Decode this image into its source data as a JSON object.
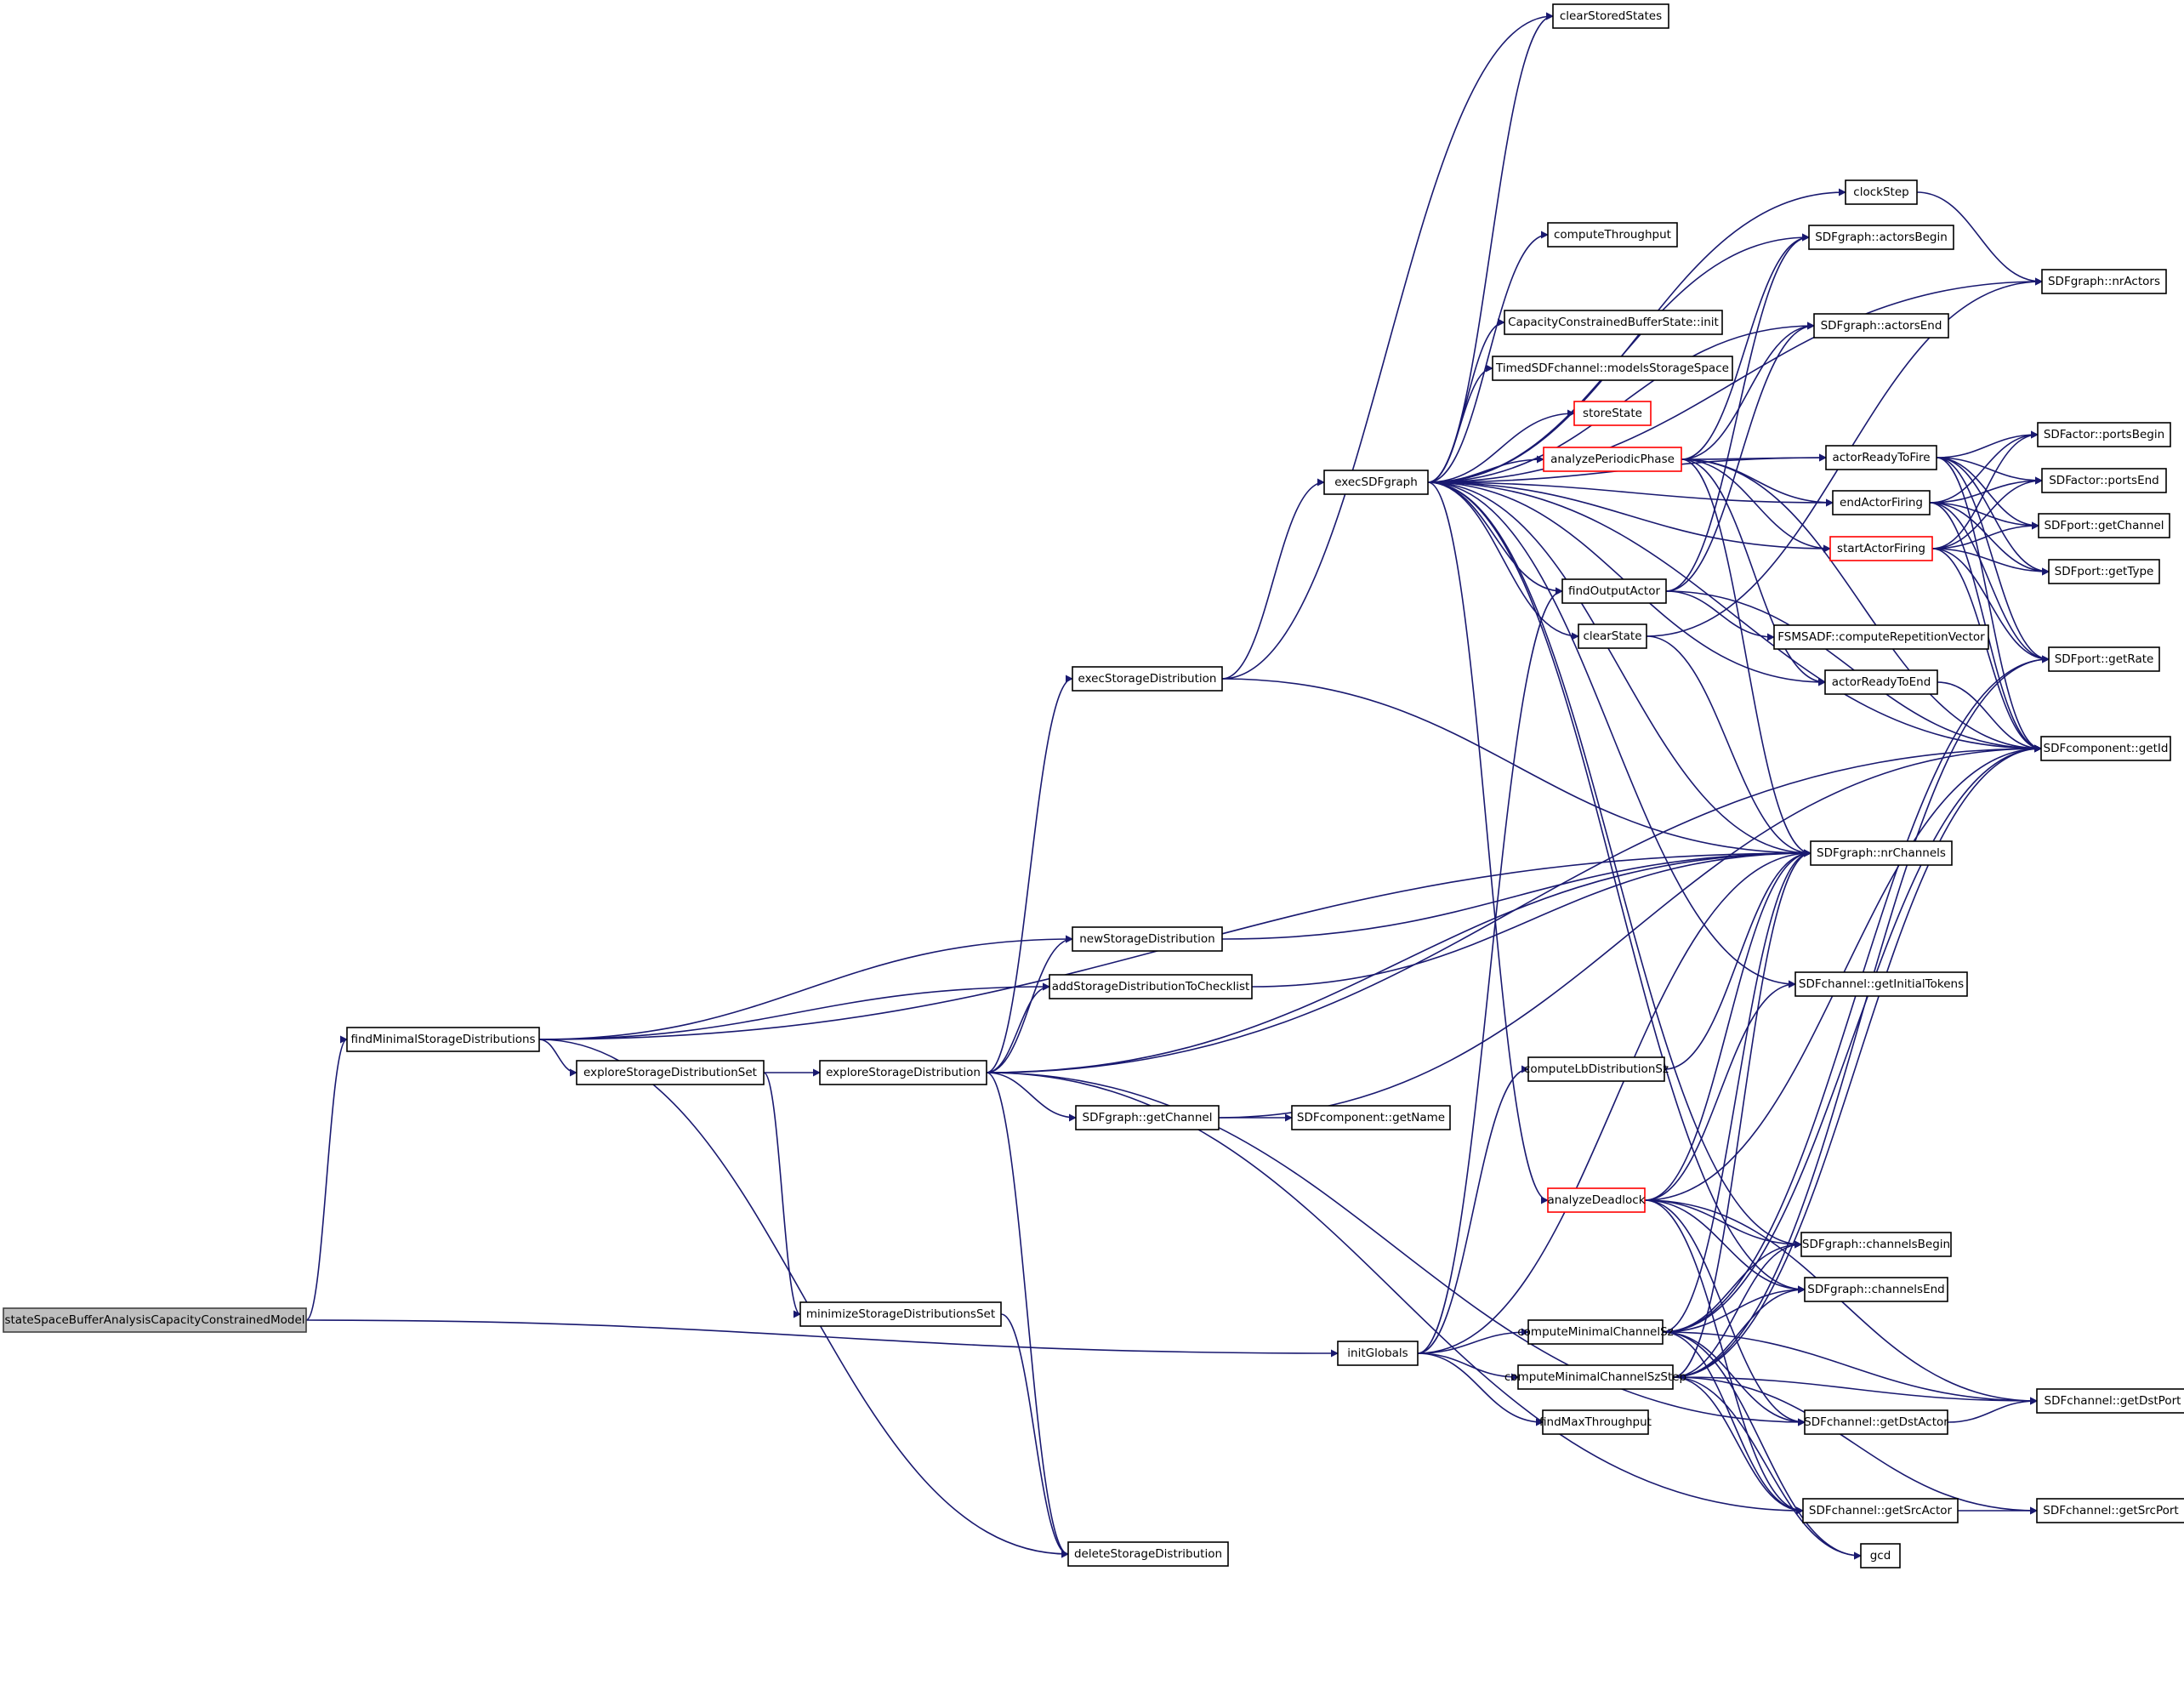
{
  "graph": {
    "title": "stateSpaceBufferAnalysisCapacityConstrainedModel call graph",
    "colors": {
      "edge": "#191970",
      "node_border": "#000000",
      "root_fill": "#bfbfbf",
      "truncated_border": "#ff0000"
    },
    "nodes": [
      {
        "id": "root",
        "label": "stateSpaceBufferAnalysisCapacityConstrainedModel",
        "kind": "root"
      },
      {
        "id": "findMinimalStorageDistributions",
        "label": "findMinimalStorageDistributions",
        "kind": "normal"
      },
      {
        "id": "exploreStorageDistributionSet",
        "label": "exploreStorageDistributionSet",
        "kind": "normal"
      },
      {
        "id": "exploreStorageDistribution",
        "label": "exploreStorageDistribution",
        "kind": "normal"
      },
      {
        "id": "minimizeStorageDistributionsSet",
        "label": "minimizeStorageDistributionsSet",
        "kind": "normal"
      },
      {
        "id": "deleteStorageDistribution",
        "label": "deleteStorageDistribution",
        "kind": "normal"
      },
      {
        "id": "newStorageDistribution",
        "label": "newStorageDistribution",
        "kind": "normal"
      },
      {
        "id": "addStorageDistributionToChecklist",
        "label": "addStorageDistributionToChecklist",
        "kind": "normal"
      },
      {
        "id": "execStorageDistribution",
        "label": "execStorageDistribution",
        "kind": "normal"
      },
      {
        "id": "getChannel",
        "label": "SDFgraph::getChannel",
        "kind": "normal"
      },
      {
        "id": "getName",
        "label": "SDFcomponent::getName",
        "kind": "normal"
      },
      {
        "id": "initGlobals",
        "label": "initGlobals",
        "kind": "normal"
      },
      {
        "id": "execSDFgraph",
        "label": "execSDFgraph",
        "kind": "normal"
      },
      {
        "id": "clearStoredStates",
        "label": "clearStoredStates",
        "kind": "normal"
      },
      {
        "id": "computeThroughput",
        "label": "computeThroughput",
        "kind": "normal"
      },
      {
        "id": "ccbsInit",
        "label": "CapacityConstrainedBufferState::init",
        "kind": "normal"
      },
      {
        "id": "modelsStorageSpace",
        "label": "TimedSDFchannel::modelsStorageSpace",
        "kind": "normal"
      },
      {
        "id": "storeState",
        "label": "storeState",
        "kind": "truncated"
      },
      {
        "id": "analyzePeriodicPhase",
        "label": "analyzePeriodicPhase",
        "kind": "truncated"
      },
      {
        "id": "findOutputActor",
        "label": "findOutputActor",
        "kind": "normal"
      },
      {
        "id": "clearState",
        "label": "clearState",
        "kind": "normal"
      },
      {
        "id": "computeLbDistributionSz",
        "label": "computeLbDistributionSz",
        "kind": "normal"
      },
      {
        "id": "analyzeDeadlock",
        "label": "analyzeDeadlock",
        "kind": "truncated"
      },
      {
        "id": "computeMinimalChannelSz",
        "label": "computeMinimalChannelSz",
        "kind": "normal"
      },
      {
        "id": "computeMinimalChannelSzStep",
        "label": "computeMinimalChannelSzStep",
        "kind": "normal"
      },
      {
        "id": "findMaxThroughput",
        "label": "findMaxThroughput",
        "kind": "normal"
      },
      {
        "id": "clockStep",
        "label": "clockStep",
        "kind": "normal"
      },
      {
        "id": "actorsBegin",
        "label": "SDFgraph::actorsBegin",
        "kind": "normal"
      },
      {
        "id": "actorsEnd",
        "label": "SDFgraph::actorsEnd",
        "kind": "normal"
      },
      {
        "id": "actorReadyToFire",
        "label": "actorReadyToFire",
        "kind": "normal"
      },
      {
        "id": "endActorFiring",
        "label": "endActorFiring",
        "kind": "normal"
      },
      {
        "id": "startActorFiring",
        "label": "startActorFiring",
        "kind": "truncated"
      },
      {
        "id": "computeRepetitionVector",
        "label": "FSMSADF::computeRepetitionVector",
        "kind": "normal"
      },
      {
        "id": "actorReadyToEnd",
        "label": "actorReadyToEnd",
        "kind": "normal"
      },
      {
        "id": "nrChannels",
        "label": "SDFgraph::nrChannels",
        "kind": "normal"
      },
      {
        "id": "getInitialTokens",
        "label": "SDFchannel::getInitialTokens",
        "kind": "normal"
      },
      {
        "id": "channelsBegin",
        "label": "SDFgraph::channelsBegin",
        "kind": "normal"
      },
      {
        "id": "channelsEnd",
        "label": "SDFgraph::channelsEnd",
        "kind": "normal"
      },
      {
        "id": "getDstActor",
        "label": "SDFchannel::getDstActor",
        "kind": "normal"
      },
      {
        "id": "getSrcActor",
        "label": "SDFchannel::getSrcActor",
        "kind": "normal"
      },
      {
        "id": "gcd",
        "label": "gcd",
        "kind": "normal"
      },
      {
        "id": "nrActors",
        "label": "SDFgraph::nrActors",
        "kind": "normal"
      },
      {
        "id": "portsBegin",
        "label": "SDFactor::portsBegin",
        "kind": "normal"
      },
      {
        "id": "portsEnd",
        "label": "SDFactor::portsEnd",
        "kind": "normal"
      },
      {
        "id": "portGetChannel",
        "label": "SDFport::getChannel",
        "kind": "normal"
      },
      {
        "id": "getType",
        "label": "SDFport::getType",
        "kind": "normal"
      },
      {
        "id": "getRate",
        "label": "SDFport::getRate",
        "kind": "normal"
      },
      {
        "id": "getId",
        "label": "SDFcomponent::getId",
        "kind": "normal"
      },
      {
        "id": "getDstPort",
        "label": "SDFchannel::getDstPort",
        "kind": "normal"
      },
      {
        "id": "getSrcPort",
        "label": "SDFchannel::getSrcPort",
        "kind": "normal"
      }
    ],
    "edges": [
      [
        "root",
        "findMinimalStorageDistributions"
      ],
      [
        "root",
        "initGlobals"
      ],
      [
        "findMinimalStorageDistributions",
        "exploreStorageDistributionSet"
      ],
      [
        "findMinimalStorageDistributions",
        "newStorageDistribution"
      ],
      [
        "findMinimalStorageDistributions",
        "addStorageDistributionToChecklist"
      ],
      [
        "findMinimalStorageDistributions",
        "nrChannels"
      ],
      [
        "findMinimalStorageDistributions",
        "deleteStorageDistribution"
      ],
      [
        "exploreStorageDistributionSet",
        "exploreStorageDistribution"
      ],
      [
        "exploreStorageDistributionSet",
        "minimizeStorageDistributionsSet"
      ],
      [
        "minimizeStorageDistributionsSet",
        "deleteStorageDistribution"
      ],
      [
        "exploreStorageDistribution",
        "execStorageDistribution"
      ],
      [
        "exploreStorageDistribution",
        "newStorageDistribution"
      ],
      [
        "exploreStorageDistribution",
        "addStorageDistributionToChecklist"
      ],
      [
        "exploreStorageDistribution",
        "getChannel"
      ],
      [
        "exploreStorageDistribution",
        "deleteStorageDistribution"
      ],
      [
        "exploreStorageDistribution",
        "nrChannels"
      ],
      [
        "exploreStorageDistribution",
        "getId"
      ],
      [
        "exploreStorageDistribution",
        "getDstActor"
      ],
      [
        "exploreStorageDistribution",
        "getSrcActor"
      ],
      [
        "newStorageDistribution",
        "nrChannels"
      ],
      [
        "addStorageDistributionToChecklist",
        "nrChannels"
      ],
      [
        "execStorageDistribution",
        "execSDFgraph"
      ],
      [
        "execStorageDistribution",
        "clearStoredStates"
      ],
      [
        "execStorageDistribution",
        "nrChannels"
      ],
      [
        "getChannel",
        "getName"
      ],
      [
        "getChannel",
        "getId"
      ],
      [
        "initGlobals",
        "computeLbDistributionSz"
      ],
      [
        "initGlobals",
        "computeMinimalChannelSz"
      ],
      [
        "initGlobals",
        "computeMinimalChannelSzStep"
      ],
      [
        "initGlobals",
        "findMaxThroughput"
      ],
      [
        "initGlobals",
        "findOutputActor"
      ],
      [
        "initGlobals",
        "nrChannels"
      ],
      [
        "execSDFgraph",
        "clearStoredStates"
      ],
      [
        "execSDFgraph",
        "computeThroughput"
      ],
      [
        "execSDFgraph",
        "ccbsInit"
      ],
      [
        "execSDFgraph",
        "modelsStorageSpace"
      ],
      [
        "execSDFgraph",
        "storeState"
      ],
      [
        "execSDFgraph",
        "analyzePeriodicPhase"
      ],
      [
        "execSDFgraph",
        "findOutputActor"
      ],
      [
        "execSDFgraph",
        "clearState"
      ],
      [
        "execSDFgraph",
        "analyzeDeadlock"
      ],
      [
        "execSDFgraph",
        "clockStep"
      ],
      [
        "execSDFgraph",
        "actorsBegin"
      ],
      [
        "execSDFgraph",
        "actorsEnd"
      ],
      [
        "execSDFgraph",
        "nrActors"
      ],
      [
        "execSDFgraph",
        "actorReadyToFire"
      ],
      [
        "execSDFgraph",
        "endActorFiring"
      ],
      [
        "execSDFgraph",
        "startActorFiring"
      ],
      [
        "execSDFgraph",
        "actorReadyToEnd"
      ],
      [
        "execSDFgraph",
        "getId"
      ],
      [
        "execSDFgraph",
        "nrChannels"
      ],
      [
        "execSDFgraph",
        "getInitialTokens"
      ],
      [
        "execSDFgraph",
        "channelsBegin"
      ],
      [
        "execSDFgraph",
        "channelsEnd"
      ],
      [
        "analyzePeriodicPhase",
        "actorsBegin"
      ],
      [
        "analyzePeriodicPhase",
        "actorsEnd"
      ],
      [
        "analyzePeriodicPhase",
        "actorReadyToFire"
      ],
      [
        "analyzePeriodicPhase",
        "endActorFiring"
      ],
      [
        "analyzePeriodicPhase",
        "startActorFiring"
      ],
      [
        "analyzePeriodicPhase",
        "actorReadyToEnd"
      ],
      [
        "analyzePeriodicPhase",
        "getId"
      ],
      [
        "analyzePeriodicPhase",
        "nrChannels"
      ],
      [
        "findOutputActor",
        "actorsBegin"
      ],
      [
        "findOutputActor",
        "actorsEnd"
      ],
      [
        "findOutputActor",
        "computeRepetitionVector"
      ],
      [
        "findOutputActor",
        "getId"
      ],
      [
        "clearState",
        "nrActors"
      ],
      [
        "clearState",
        "nrChannels"
      ],
      [
        "computeLbDistributionSz",
        "nrChannels"
      ],
      [
        "analyzeDeadlock",
        "channelsBegin"
      ],
      [
        "analyzeDeadlock",
        "channelsEnd"
      ],
      [
        "analyzeDeadlock",
        "getDstActor"
      ],
      [
        "analyzeDeadlock",
        "getSrcActor"
      ],
      [
        "analyzeDeadlock",
        "getDstPort"
      ],
      [
        "analyzeDeadlock",
        "getId"
      ],
      [
        "analyzeDeadlock",
        "nrChannels"
      ],
      [
        "analyzeDeadlock",
        "getInitialTokens"
      ],
      [
        "computeMinimalChannelSz",
        "channelsBegin"
      ],
      [
        "computeMinimalChannelSz",
        "channelsEnd"
      ],
      [
        "computeMinimalChannelSz",
        "getDstActor"
      ],
      [
        "computeMinimalChannelSz",
        "getSrcActor"
      ],
      [
        "computeMinimalChannelSz",
        "getDstPort"
      ],
      [
        "computeMinimalChannelSz",
        "gcd"
      ],
      [
        "computeMinimalChannelSz",
        "getId"
      ],
      [
        "computeMinimalChannelSz",
        "nrChannels"
      ],
      [
        "computeMinimalChannelSz",
        "getRate"
      ],
      [
        "computeMinimalChannelSzStep",
        "channelsBegin"
      ],
      [
        "computeMinimalChannelSzStep",
        "channelsEnd"
      ],
      [
        "computeMinimalChannelSzStep",
        "getSrcActor"
      ],
      [
        "computeMinimalChannelSzStep",
        "getSrcPort"
      ],
      [
        "computeMinimalChannelSzStep",
        "gcd"
      ],
      [
        "computeMinimalChannelSzStep",
        "getId"
      ],
      [
        "computeMinimalChannelSzStep",
        "nrChannels"
      ],
      [
        "computeMinimalChannelSzStep",
        "getRate"
      ],
      [
        "computeMinimalChannelSzStep",
        "getDstPort"
      ],
      [
        "clockStep",
        "nrActors"
      ],
      [
        "actorReadyToFire",
        "portsBegin"
      ],
      [
        "actorReadyToFire",
        "portsEnd"
      ],
      [
        "actorReadyToFire",
        "portGetChannel"
      ],
      [
        "actorReadyToFire",
        "getType"
      ],
      [
        "actorReadyToFire",
        "getRate"
      ],
      [
        "actorReadyToFire",
        "getId"
      ],
      [
        "endActorFiring",
        "portsBegin"
      ],
      [
        "endActorFiring",
        "portsEnd"
      ],
      [
        "endActorFiring",
        "portGetChannel"
      ],
      [
        "endActorFiring",
        "getType"
      ],
      [
        "endActorFiring",
        "getRate"
      ],
      [
        "endActorFiring",
        "getId"
      ],
      [
        "startActorFiring",
        "portsBegin"
      ],
      [
        "startActorFiring",
        "portsEnd"
      ],
      [
        "startActorFiring",
        "portGetChannel"
      ],
      [
        "startActorFiring",
        "getType"
      ],
      [
        "startActorFiring",
        "getRate"
      ],
      [
        "startActorFiring",
        "getId"
      ],
      [
        "actorReadyToEnd",
        "getId"
      ],
      [
        "getDstActor",
        "getDstPort"
      ],
      [
        "getSrcActor",
        "getSrcPort"
      ]
    ]
  }
}
